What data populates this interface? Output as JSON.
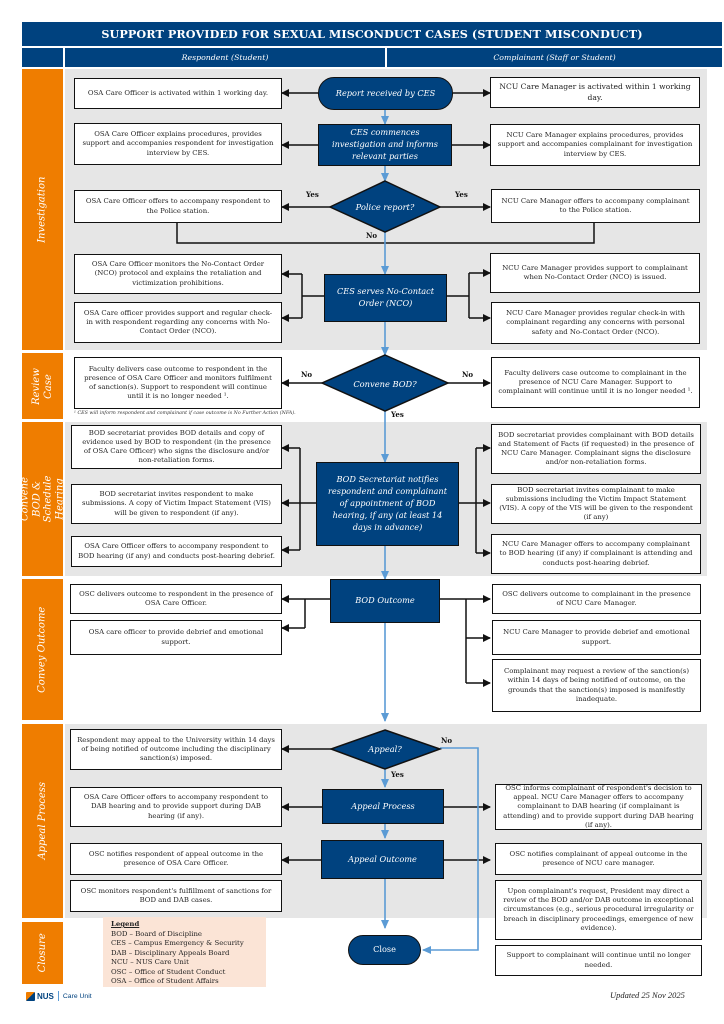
{
  "title": "SUPPORT PROVIDED FOR SEXUAL MISCONDUCT CASES (STUDENT MISCONDUCT)",
  "columns": {
    "respondent": "Respondent (Student)",
    "complainant": "Complainant (Staff or Student)"
  },
  "stages": {
    "investigation": "Investigation",
    "review_case": "Review Case",
    "convene_bod": "Convene BOD & Schedule Hearing",
    "convey_outcome": "Convey Outcome",
    "appeal_process": "Appeal Process",
    "closure": "Closure"
  },
  "center": {
    "report_received": "Report received by CES",
    "ces_commences": "CES commences investigation and informs relevant parties",
    "police_report": "Police report?",
    "ces_serves_nco": "CES serves No-Contact Order (NCO)",
    "convene_bod": "Convene BOD?",
    "bod_notifies": "BOD Secretariat notifies respondent and complainant of appointment of BOD hearing, if any (at least 14 days in advance)",
    "bod_outcome": "BOD Outcome",
    "appeal": "Appeal?",
    "appeal_process": "Appeal Process",
    "appeal_outcome": "Appeal Outcome",
    "close": "Close"
  },
  "labels": {
    "yes": "Yes",
    "no": "No"
  },
  "respondent": {
    "r1": "OSA Care Officer is activated within 1 working day.",
    "r2": "OSA Care Officer explains procedures, provides support and accompanies respondent for investigation interview by CES.",
    "r3": "OSA Care Officer offers to accompany respondent to the Police station.",
    "r4": "OSA Care Officer monitors the No-Contact Order (NCO) protocol and explains the retaliation and victimization prohibitions.",
    "r5": "OSA Care officer provides support and regular check-in with respondent regarding any concerns with No-Contact Order (NCO).",
    "r6": "Faculty delivers case outcome to respondent in the presence of OSA Care Officer and monitors fulfilment of sanction(s). Support to respondent will continue until it is no longer needed ¹.",
    "r7": "BOD secretariat provides BOD details and copy of evidence used by BOD to respondent (in the presence of OSA Care Officer) who signs the disclosure and/or non-retaliation forms.",
    "r8": "BOD secretariat invites respondent to make submissions. A copy of Victim Impact Statement (VIS) will be given to respondent (if any).",
    "r9": "OSA Care Officer offers to accompany respondent to BOD hearing (if any) and conducts post-hearing debrief.",
    "r10": "OSC delivers outcome to respondent in the presence of OSA Care Officer.",
    "r11": "OSA care officer to provide debrief and emotional support.",
    "r12": "Respondent may appeal to the University within 14 days of being notified of outcome including the disciplinary sanction(s) imposed.",
    "r13": "OSA Care Officer offers to accompany respondent to DAB hearing and to provide support during DAB hearing (if any).",
    "r14": "OSC notifies respondent of appeal outcome in the presence of OSA Care Officer.",
    "r15": "OSC monitors respondent's fulfillment of sanctions for BOD and DAB cases."
  },
  "complainant": {
    "c1": "NCU Care Manager is activated within 1 working day.",
    "c2": "NCU Care Manager explains procedures, provides support and accompanies complainant for investigation interview by CES.",
    "c3": "NCU Care Manager offers to accompany complainant to the Police station.",
    "c4": "NCU Care Manager provides support to complainant when No-Contact Order (NCO) is issued.",
    "c5": "NCU Care Manager provides regular check-in with complainant regarding any concerns with personal safety and No-Contact Order (NCO).",
    "c6": "Faculty delivers case outcome to complainant in the presence of NCU Care Manager. Support to complainant will continue until it is no longer needed ¹.",
    "c7": "BOD secretariat provides complainant with BOD details and Statement of Facts (if requested) in the presence of NCU Care Manager. Complainant signs the disclosure and/or non-retaliation forms.",
    "c8": "BOD secretariat invites complainant to make submissions including the Victim Impact Statement (VIS). A copy of the VIS will be given to the respondent (if any)",
    "c9": "NCU Care Manager offers to accompany complainant to BOD hearing (if any) if complainant is attending and conducts post-hearing debrief.",
    "c10": "OSC delivers outcome to complainant in the presence of NCU Care Manager.",
    "c11": "NCU Care Manager to provide debrief and emotional support.",
    "c12": "Complainant may request a review of the sanction(s) within 14 days of being notified of outcome, on the grounds that the sanction(s) imposed is manifestly inadequate.",
    "c13": "OSC informs complainant of respondent's decision to appeal. NCU Care Manager offers to accompany complainant to DAB hearing (if complainant is attending) and to provide support during DAB hearing (if any).",
    "c14": "OSC notifies complainant of appeal outcome in the presence of NCU care manager.",
    "c15": "Upon complainant's request, President may direct a review of the BOD and/or DAB outcome in exceptional circumstances (e.g., serious procedural irregularity or breach in disciplinary proceedings, emergence of new evidence).",
    "c16": "Support to complainant will continue until no longer needed."
  },
  "footnote": "¹ CES will inform respondent and complainant if case outcome is No Further Action (NFA).",
  "legend": {
    "heading": "Legend",
    "items": [
      "BOD – Board of Discipline",
      "CES – Campus Emergency & Security",
      "DAB – Disciplinary Appeals Board",
      "NCU – NUS Care Unit",
      "OSC – Office of Student Conduct",
      "OSA – Office of Student Affairs"
    ]
  },
  "logo": {
    "org": "NUS",
    "unit": "Care Unit"
  },
  "updated": "Updated 25 Nov 2025",
  "colors": {
    "navy": "#00427f",
    "orange": "#ef7d00",
    "band_grey": "#e6e6e6",
    "legend_bg": "#fbe4d6",
    "flow_blue": "#5b9bd5"
  }
}
